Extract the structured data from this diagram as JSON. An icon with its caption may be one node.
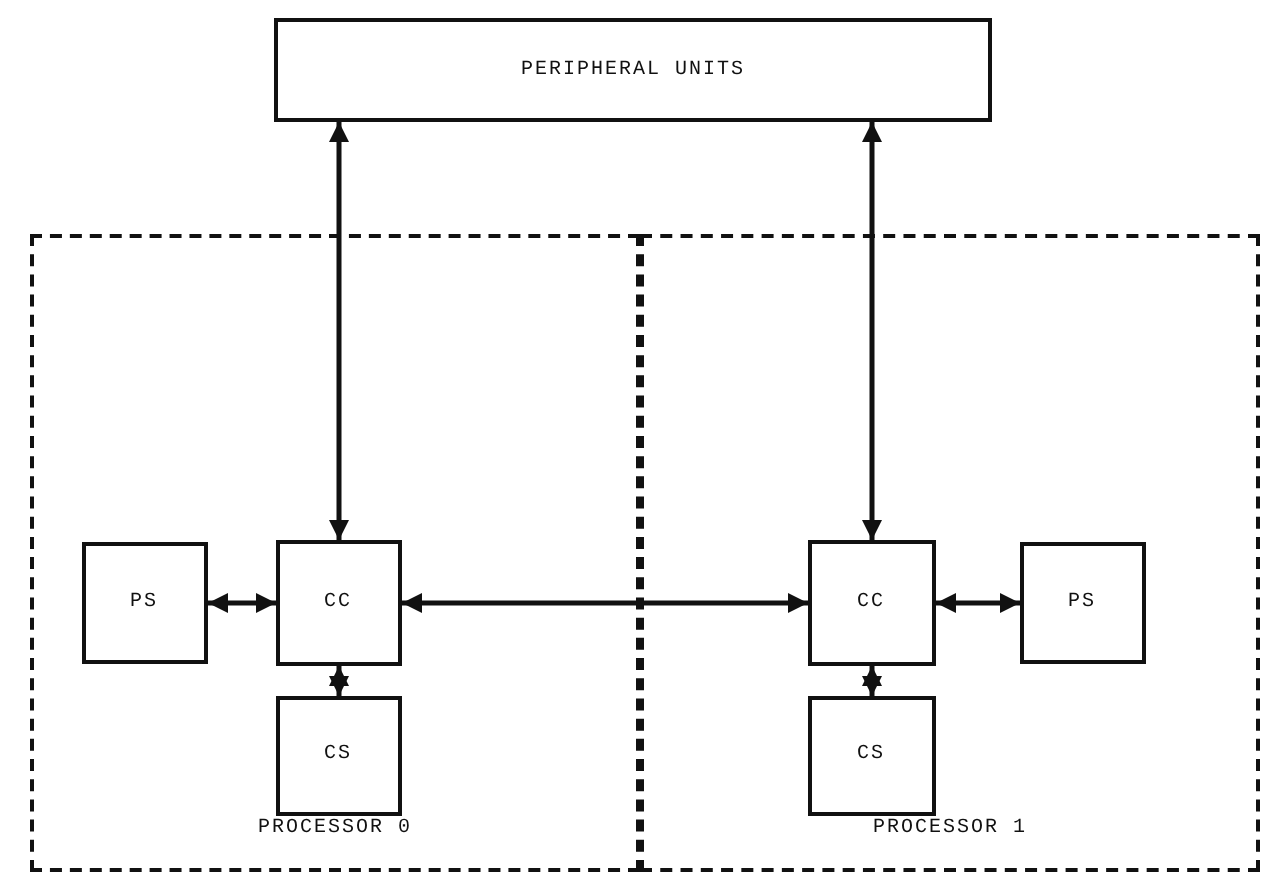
{
  "diagram": {
    "nodes": [
      {
        "text": [
          "PERIPHERAL UNITS"
        ]
      },
      {
        "text": [
          "PROCESSOR 0"
        ]
      },
      {
        "text": [
          "PS"
        ],
        "in": 1
      },
      {
        "text": [
          "CC"
        ],
        "in": 1
      },
      {
        "text": [
          "CS"
        ],
        "in": 1
      },
      {
        "text": [
          "PROCESSOR 1"
        ]
      },
      {
        "text": [
          "CC"
        ],
        "in": 5
      },
      {
        "text": [
          "PS"
        ],
        "in": 5
      },
      {
        "text": [
          "CS"
        ],
        "in": 5
      }
    ],
    "edges": [
      {
        "from": 0,
        "to": 3,
        "arrow": "both"
      },
      {
        "from": 0,
        "to": 6,
        "arrow": "both"
      },
      {
        "from": 2,
        "to": 3,
        "arrow": "both"
      },
      {
        "from": 3,
        "to": 6,
        "arrow": "both"
      },
      {
        "from": 6,
        "to": 7,
        "arrow": "both"
      },
      {
        "from": 3,
        "to": 4,
        "arrow": "both"
      },
      {
        "from": 6,
        "to": 8,
        "arrow": "both"
      }
    ]
  }
}
